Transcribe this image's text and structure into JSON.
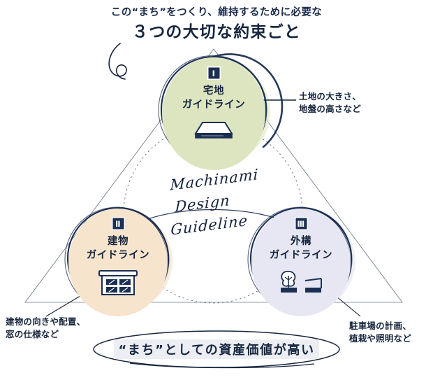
{
  "header": {
    "subtitle": "この“まち”をつくり、維持するために必要な",
    "title": "３つの大切な約束ごと",
    "flourish_icon": "curl-flourish-icon"
  },
  "wordmark": {
    "line1": "Machinami",
    "line2": "Design",
    "line3": "Guideline"
  },
  "guidelines": [
    {
      "numeral": "Ⅰ",
      "title_line1": "宅地",
      "title_line2": "ガイドライン",
      "icon": "land-plot-icon",
      "fill_color": "#dde5c0",
      "note": {
        "line1": "土地の大きさ、",
        "line2": "地盤の高さなど"
      }
    },
    {
      "numeral": "Ⅱ",
      "title_line1": "建物",
      "title_line2": "ガイドライン",
      "icon": "building-facade-icon",
      "fill_color": "#f6e4cd",
      "note": {
        "line1": "建物の向きや配置、",
        "line2": "窓の仕様など"
      }
    },
    {
      "numeral": "Ⅲ",
      "title_line1": "外構",
      "title_line2": "ガイドライン",
      "icon": "tree-and-carport-icon",
      "fill_color": "#e6e7f2",
      "note": {
        "line1": "駐車場の計画、",
        "line2": "植栽や照明など"
      }
    }
  ],
  "banner": {
    "text": "“まち”としての資産価値が高い",
    "highlight_color": "#eceef4"
  },
  "colors": {
    "ink": "#16263f",
    "outline": "#1b2f52",
    "background": "#ffffff"
  }
}
